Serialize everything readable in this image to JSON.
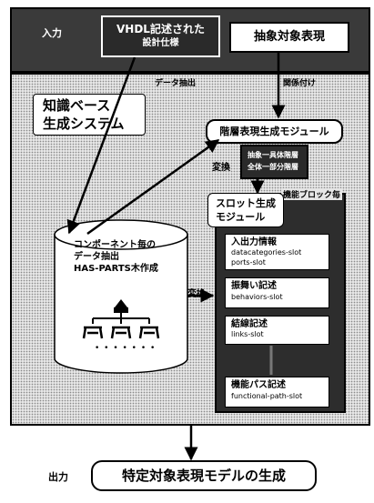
{
  "input_label": "入力",
  "output_label": "出力",
  "vhdl_box": {
    "line1": "VHDL記述された",
    "line2": "設計仕様"
  },
  "abstract_box": {
    "label": "抽象対象表現"
  },
  "data_extract_label": "データ抽出",
  "relation_label": "関係付け",
  "kb_system": {
    "line1": "知識ベース",
    "line2": "生成システム"
  },
  "hierarchy_module": {
    "label": "階層表現生成モジュール",
    "conversion_label": "変換",
    "inner_line1": "抽象一具体階層",
    "inner_line2": "全体一部分階層"
  },
  "slot_module": {
    "line1": "スロット生成",
    "line2": "モジュール",
    "side_label": "機能ブロック毎",
    "io_slot": {
      "title": "入出力情報",
      "line1": "datacategories-slot",
      "line2": "ports-slot"
    },
    "behavior_slot": {
      "title": "振舞い記述",
      "line1": "behaviors-slot"
    },
    "links_slot": {
      "title": "結線記述",
      "line1": "links-slot"
    },
    "functional_slot": {
      "title": "機能パス記述",
      "line1": "functional-path-slot"
    }
  },
  "database": {
    "line1": "コンポーネント毎の",
    "line2": "データ抽出",
    "line3": "HAS-PARTS木作成",
    "dots": "• • • • • • •"
  },
  "conversion_label2": "変換",
  "output_box": {
    "label": "特定対象表現モデルの生成"
  }
}
